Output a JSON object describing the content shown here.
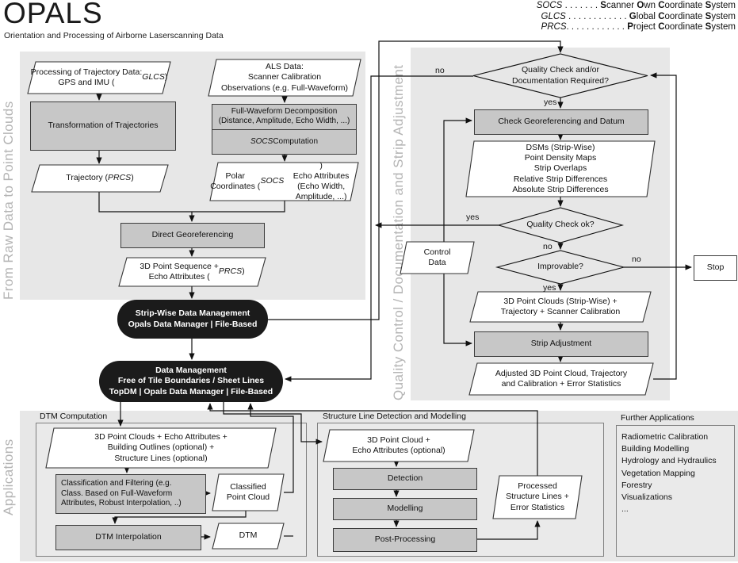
{
  "header": {
    "title": "OPALS",
    "subtitle": "Orientation and Processing of Airborne Laserscanning Data"
  },
  "legend": {
    "entries": [
      {
        "runs": [
          {
            "t": "SOCS ",
            "i": 1
          },
          {
            "t": ". . . . . . . "
          },
          {
            "t": "S",
            "b": 1
          },
          {
            "t": "canner "
          },
          {
            "t": "O",
            "b": 1
          },
          {
            "t": "wn "
          },
          {
            "t": "C",
            "b": 1
          },
          {
            "t": "oordinate "
          },
          {
            "t": "S",
            "b": 1
          },
          {
            "t": "ystem"
          }
        ]
      },
      {
        "runs": [
          {
            "t": "GLCS ",
            "i": 1
          },
          {
            "t": ". . . . . . . . . . . . "
          },
          {
            "t": "G",
            "b": 1
          },
          {
            "t": "lobal "
          },
          {
            "t": "C",
            "b": 1
          },
          {
            "t": "oordinate "
          },
          {
            "t": "S",
            "b": 1
          },
          {
            "t": "ystem"
          }
        ]
      },
      {
        "runs": [
          {
            "t": "PRCS",
            "i": 1
          },
          {
            "t": ". . . . . . . . . . . . "
          },
          {
            "t": "P",
            "b": 1
          },
          {
            "t": "roject "
          },
          {
            "t": "C",
            "b": 1
          },
          {
            "t": "oordinate "
          },
          {
            "t": "S",
            "b": 1
          },
          {
            "t": "ystem"
          }
        ]
      }
    ]
  },
  "panels": {
    "raw": "From Raw Data to Point Clouds",
    "quality": "Quality Control / Documentation and Strip Adjustment",
    "applications": "Applications"
  },
  "sections": {
    "dtm": "DTM Computation",
    "structure": "Structure Line Detection and Modelling",
    "further": "Further Applications"
  },
  "labels": {
    "yes": "yes",
    "no": "no"
  },
  "nodes": {
    "proc_traj": "Processing of Trajectory Data:\nGPS and IMU (*GLCS*)",
    "transform": "Transformation of Trajectories",
    "trajectory": "Trajectory (*PRCS*)",
    "als_data": "ALS Data:\nScanner Calibration\nObservations (e.g. Full-Waveform)",
    "fwf_top": "Full-Waveform Decomposition\n(Distance, Amplitude, Echo Width, ...)",
    "fwf_bottom": "*SOCS* Computation",
    "polar": "Polar Coordinates (*SOCS*)\nEcho Attributes (Echo Width,\nAmplitude, ...)",
    "direct_geo": "Direct Georeferencing",
    "point_seq": "3D Point Sequence +\nEcho Attributes (*PRCS*)",
    "strip_dm": "Strip-Wise Data Management\nOpals Data Manager | File-Based",
    "data_mgmt": "Data Management\nFree of Tile Boundaries / Sheet Lines\nTopDM | Opals Data Manager | File-Based",
    "qc_required": "Quality Check and/or\nDocumentation Required?",
    "check_geo": "Check Georeferencing and Datum",
    "dsm": "DSMs (Strip-Wise)\nPoint Density Maps\nStrip Overlaps\nRelative Strip Differences\nAbsolute Strip Differences",
    "qc_ok": "Quality Check ok?",
    "improvable": "Improvable?",
    "stop": "Stop",
    "control_data": "Control\nData",
    "pc_strip": "3D Point Clouds (Strip-Wise) +\nTrajectory + Scanner Calibration",
    "strip_adj": "Strip Adjustment",
    "adjusted": "Adjusted 3D Point Cloud, Trajectory\nand Calibration + Error Statistics",
    "dtm_input": "3D Point Clouds + Echo Attributes +\nBuilding Outlines (optional) +\nStructure Lines (optional)",
    "classification": "Classification and Filtering (e.g.\nClass. Based on Full-Waveform\nAttributes, Robust Interpolation, ..)",
    "classified_pc": "Classified\nPoint Cloud",
    "dtm_interp": "DTM Interpolation",
    "dtm": "DTM",
    "sl_input": "3D Point Cloud +\nEcho Attributes (optional)",
    "detection": "Detection",
    "modelling": "Modelling",
    "postproc": "Post-Processing",
    "processed_sl": "Processed\nStructure Lines +\nError Statistics",
    "further_apps": [
      "Radiometric Calibration",
      "Building Modelling",
      "Hydrology and Hydraulics",
      "Vegetation Mapping",
      "Forestry",
      "Visualizations",
      "..."
    ]
  }
}
